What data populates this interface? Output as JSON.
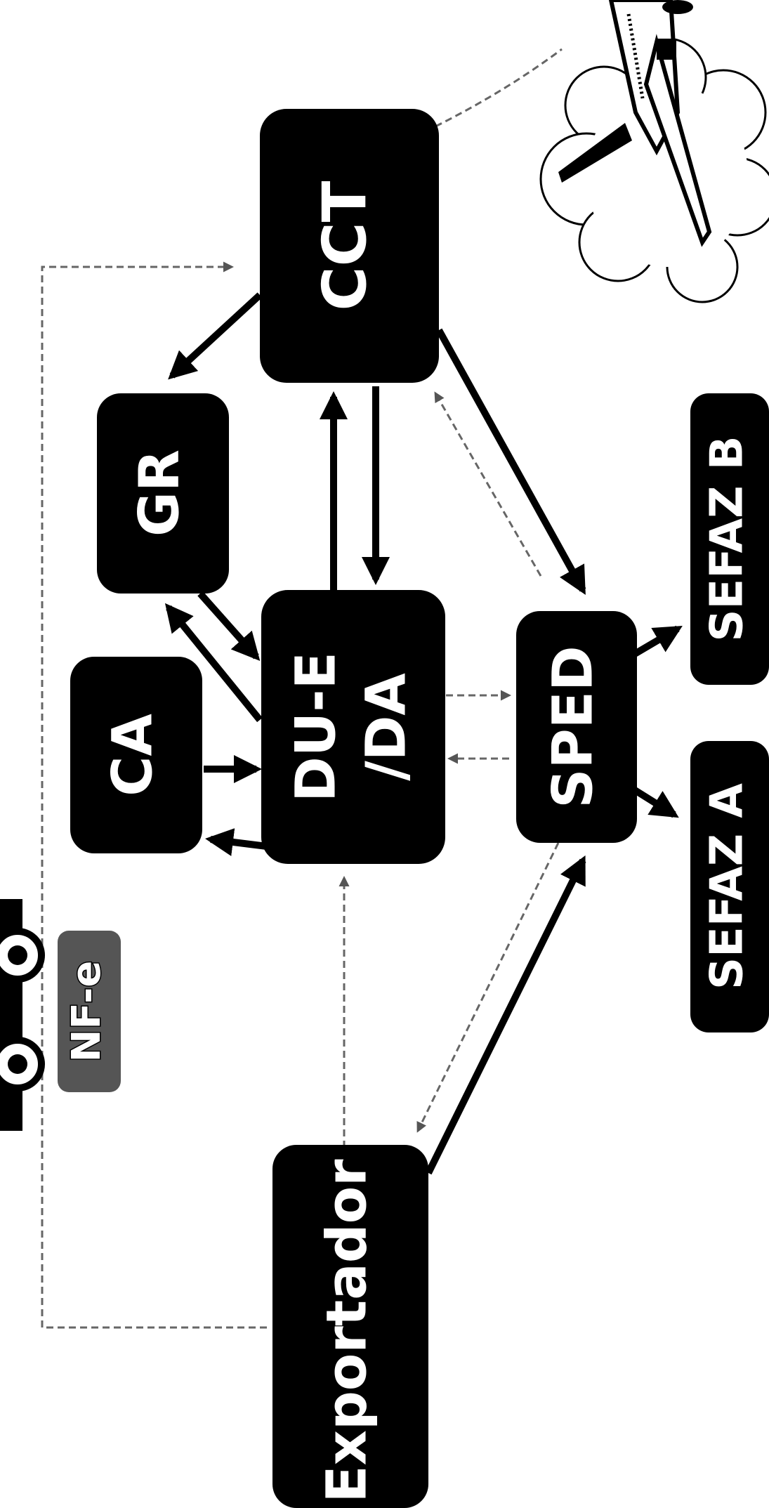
{
  "diagram": {
    "nodes": {
      "cct": "CCT",
      "gr": "GR",
      "ca": "CA",
      "due_da_line1": "DU-E",
      "due_da_line2": "/DA",
      "sped": "SPED",
      "sefaz_b": "SEFAZ B",
      "sefaz_a": "SEFAZ A",
      "exportador": "Exportador"
    },
    "badge": "NF-e",
    "icons": [
      "airplane-icon",
      "cloud-icon",
      "truck-icon"
    ],
    "edges": [
      {
        "from": "cct",
        "to": "gr",
        "style": "solid"
      },
      {
        "from": "cct",
        "to": "sped",
        "style": "solid"
      },
      {
        "from": "cct",
        "to": "due_da",
        "style": "solid"
      },
      {
        "from": "due_da",
        "to": "cct",
        "style": "solid"
      },
      {
        "from": "gr",
        "to": "due_da",
        "style": "solid"
      },
      {
        "from": "due_da",
        "to": "gr",
        "style": "solid"
      },
      {
        "from": "ca",
        "to": "due_da",
        "style": "solid"
      },
      {
        "from": "due_da",
        "to": "ca",
        "style": "solid"
      },
      {
        "from": "due_da",
        "to": "sped",
        "style": "dashed"
      },
      {
        "from": "sped",
        "to": "due_da",
        "style": "dashed"
      },
      {
        "from": "sped",
        "to": "sefaz_b",
        "style": "solid"
      },
      {
        "from": "sped",
        "to": "sefaz_a",
        "style": "solid"
      },
      {
        "from": "exportador",
        "to": "sped",
        "style": "solid"
      },
      {
        "from": "sped",
        "to": "exportador",
        "style": "dashed"
      },
      {
        "from": "sped",
        "to": "cct",
        "style": "dashed"
      },
      {
        "from": "exportador",
        "to": "cct",
        "style": "dashed"
      },
      {
        "from": "exportador",
        "to": "due_da",
        "style": "dashed"
      },
      {
        "from": "cct",
        "to": "airplane",
        "style": "dashed"
      }
    ]
  }
}
